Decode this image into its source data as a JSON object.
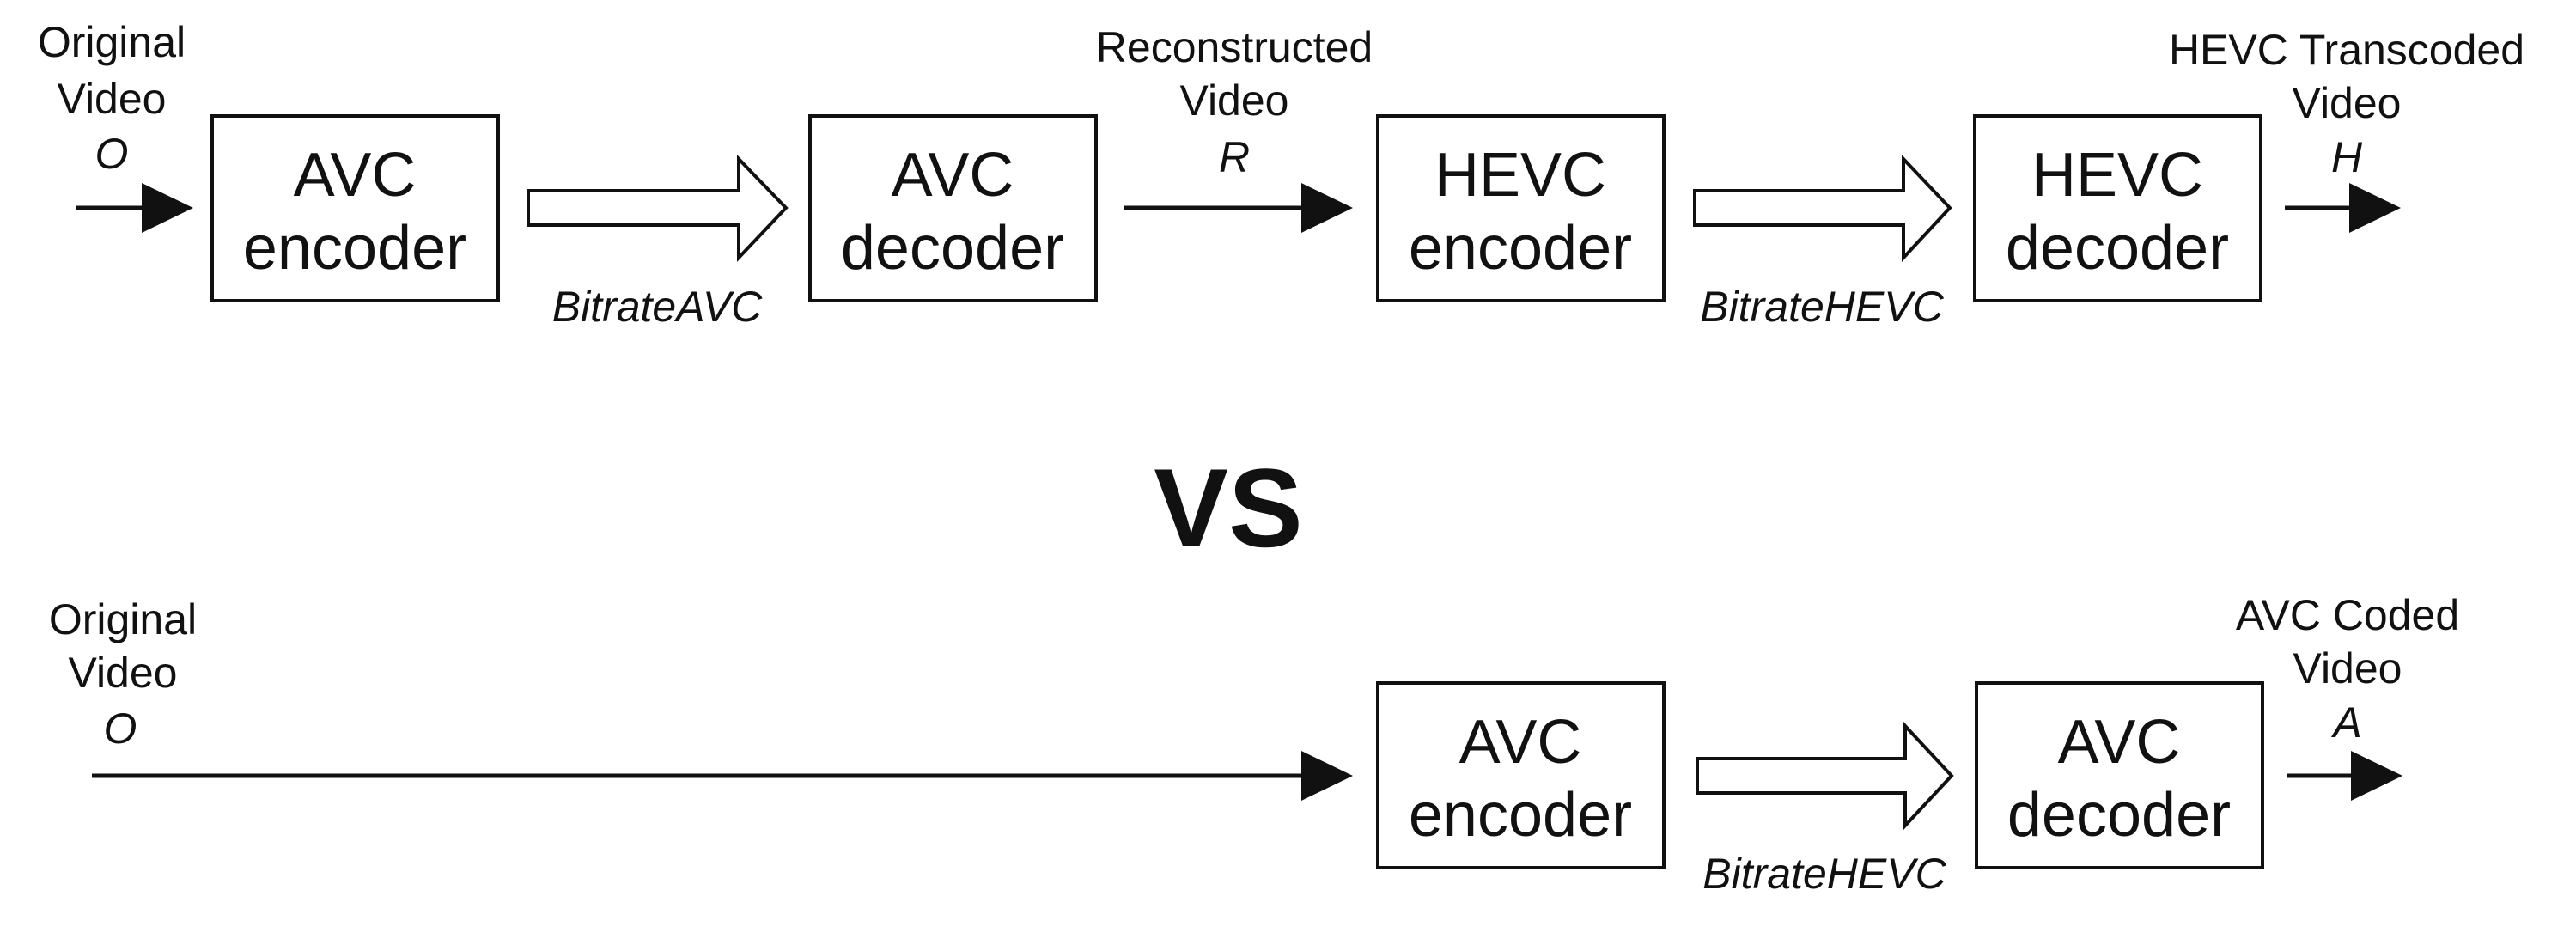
{
  "pipeline_top": {
    "input_label": [
      "Original",
      "Video"
    ],
    "input_symbol": "O",
    "block1": [
      "AVC",
      "encoder"
    ],
    "rate1": "BitrateAVC",
    "block2": [
      "AVC",
      "decoder"
    ],
    "mid_label": [
      "Reconstructed",
      "Video"
    ],
    "mid_symbol": "R",
    "block3": [
      "HEVC",
      "encoder"
    ],
    "rate2": "BitrateHEVC",
    "block4": [
      "HEVC",
      "decoder"
    ],
    "output_label": [
      "HEVC Transcoded",
      "Video"
    ],
    "output_symbol": "H"
  },
  "separator": "VS",
  "pipeline_bottom": {
    "input_label": [
      "Original",
      "Video"
    ],
    "input_symbol": "O",
    "block1": [
      "AVC",
      "encoder"
    ],
    "rate": "BitrateHEVC",
    "block2": [
      "AVC",
      "decoder"
    ],
    "output_label": [
      "AVC Coded",
      "Video"
    ],
    "output_symbol": "A"
  }
}
